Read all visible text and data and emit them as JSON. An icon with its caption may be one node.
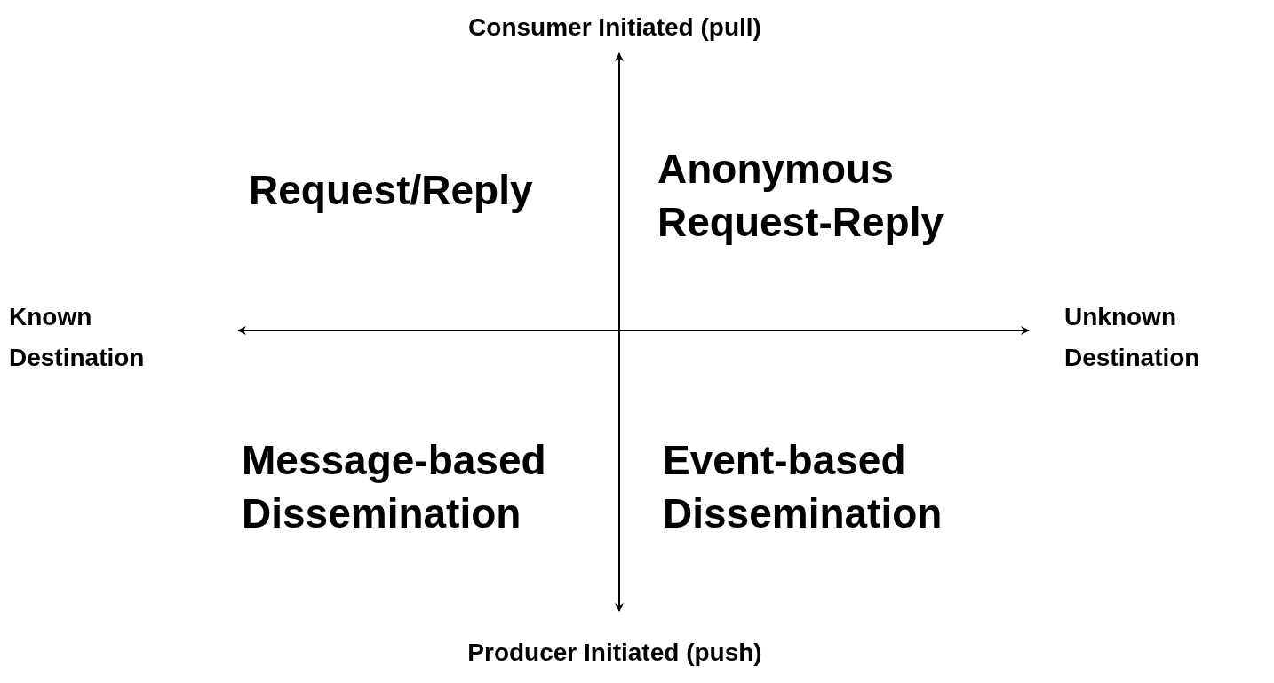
{
  "diagram": {
    "labels": [
      "Consumer Initiated (pull)",
      "Request/Reply",
      "Anonymous Request-Reply",
      "Known Destination",
      "Unknown Destination",
      "Message-based Dissemination",
      "Event-based Dissemination",
      "Producer Initiated (push)"
    ]
  }
}
